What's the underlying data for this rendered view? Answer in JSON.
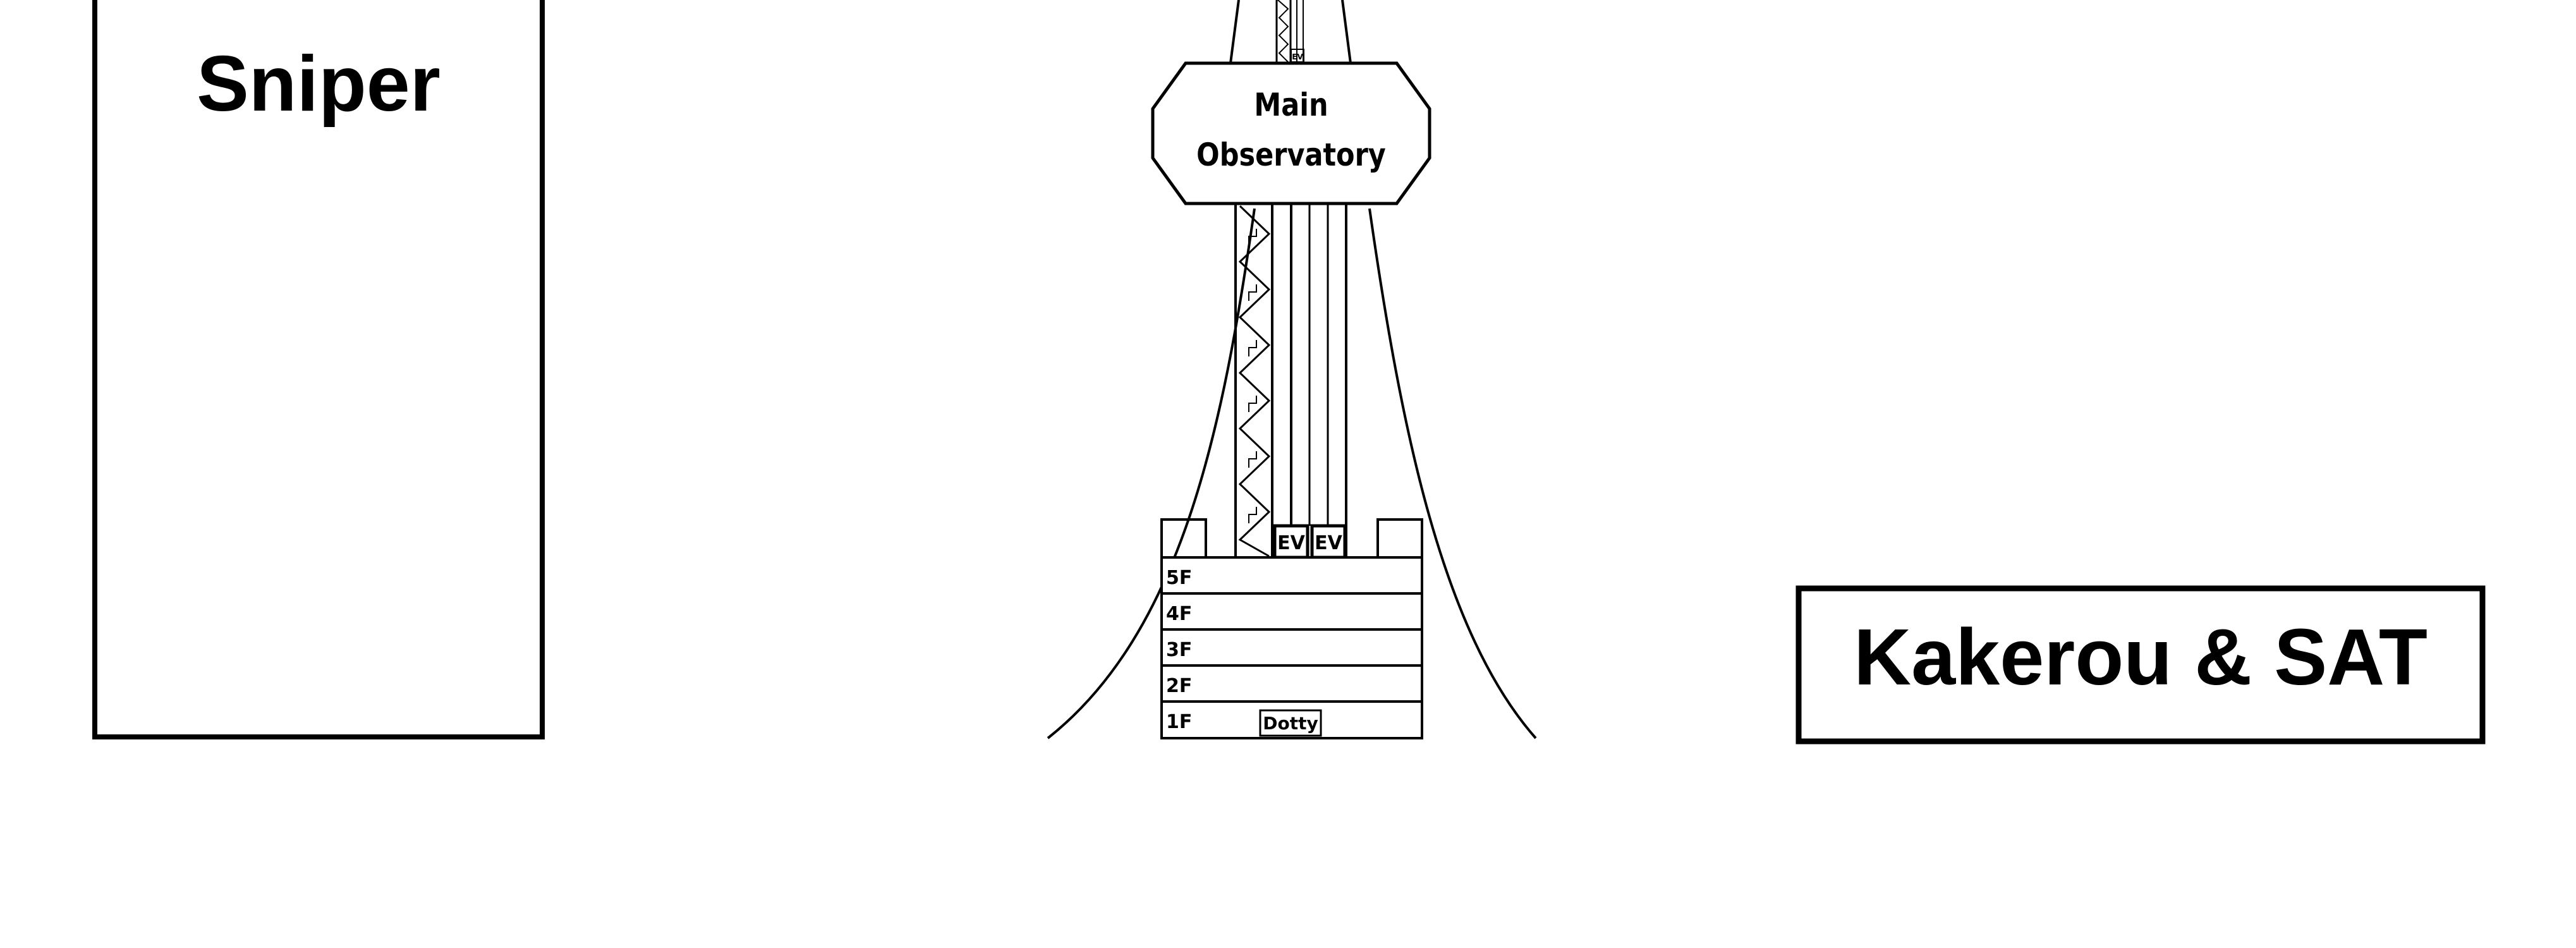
{
  "left_box": {
    "label": "Sniper"
  },
  "right_box": {
    "label": "Kakerou & SAT"
  },
  "tower": {
    "observatory_line1": "Main",
    "observatory_line2": "Observatory",
    "elevator_top": "EV",
    "elevator_left": "EV",
    "elevator_right": "EV",
    "floors": [
      "5F",
      "4F",
      "3F",
      "2F",
      "1F"
    ],
    "shop": "Dotty"
  },
  "colors": {
    "stroke": "#000000",
    "background": "#ffffff"
  }
}
